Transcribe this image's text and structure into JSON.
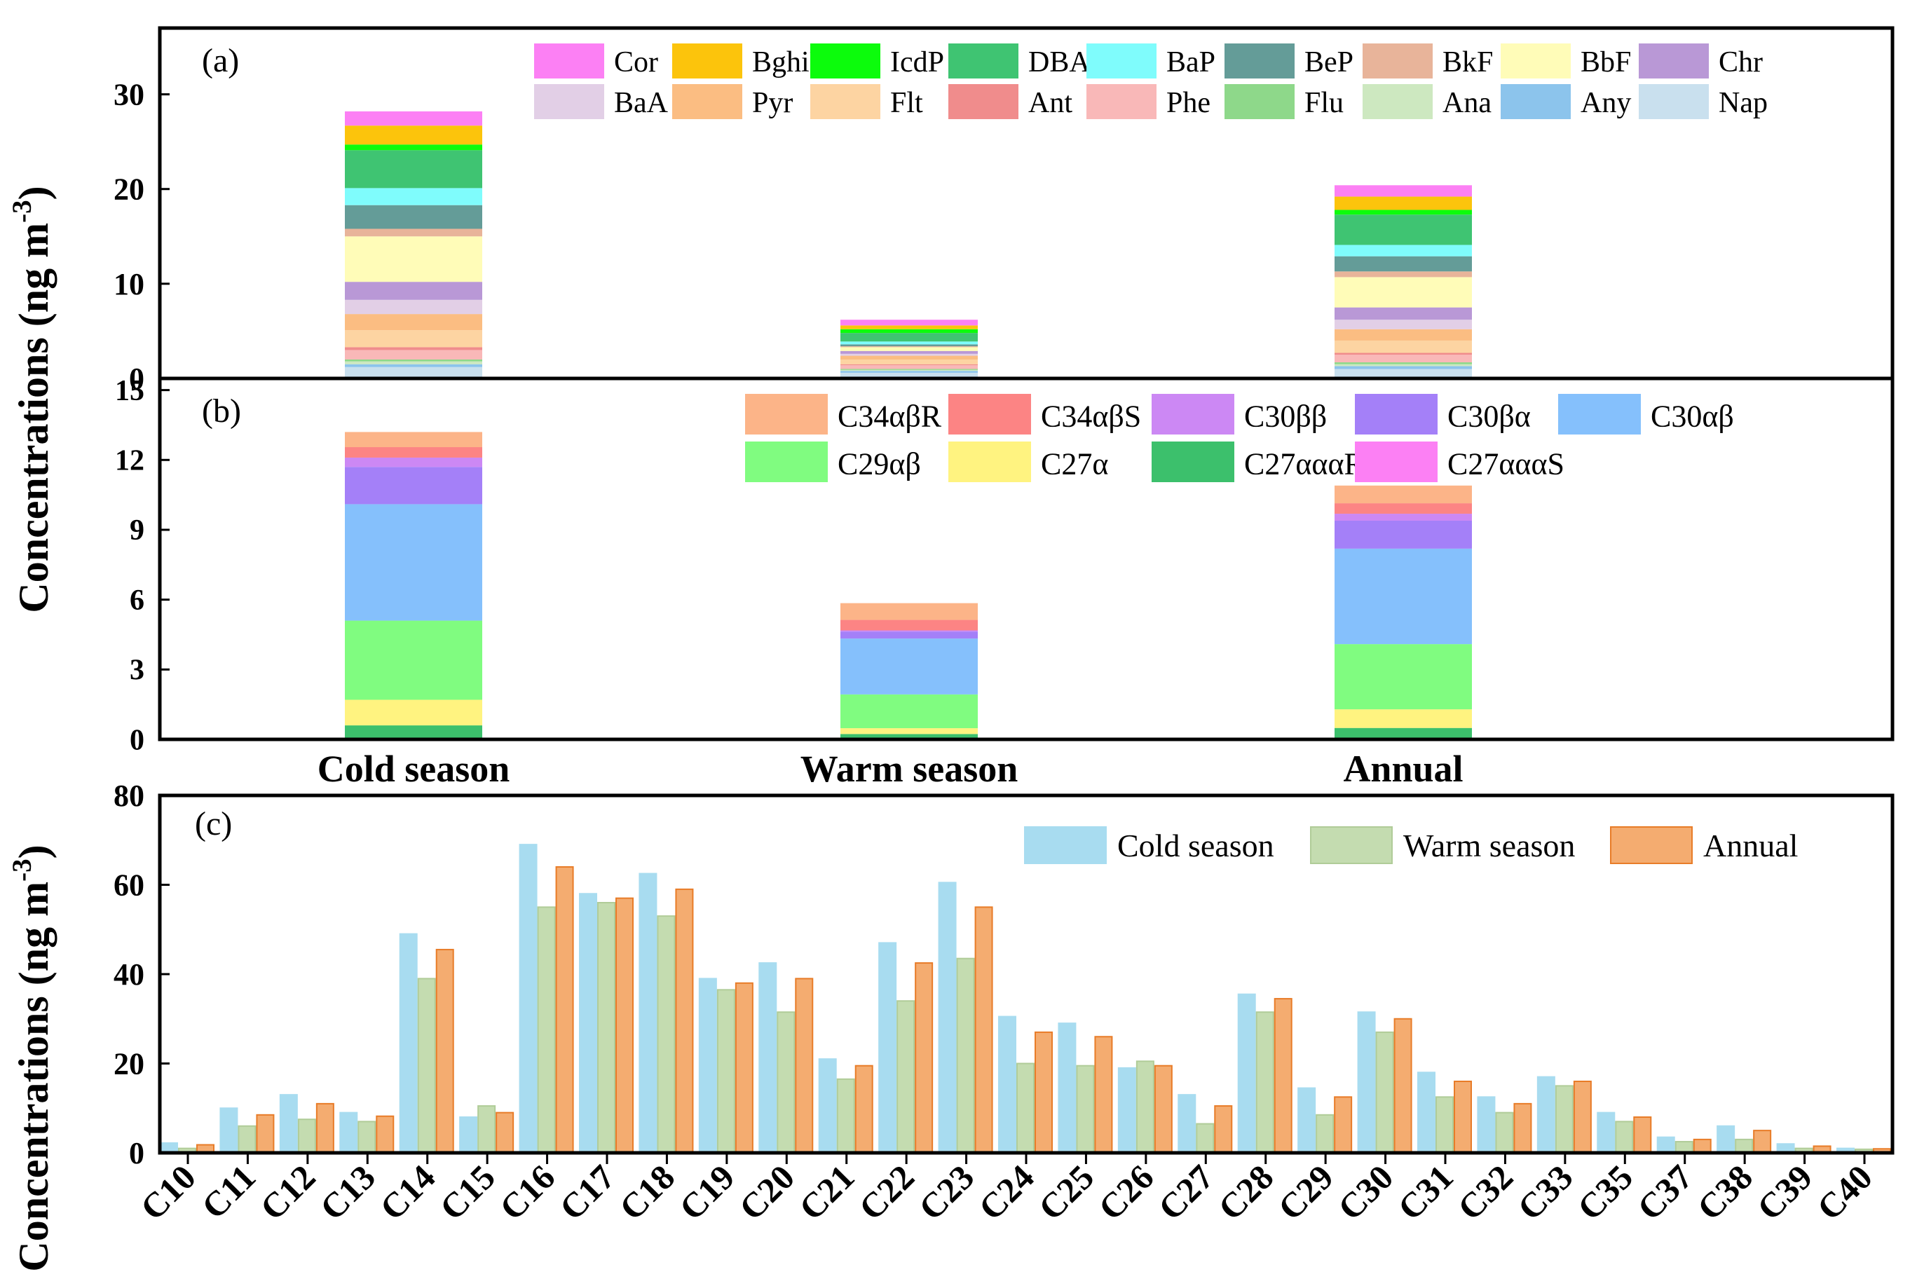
{
  "chart_data": [
    {
      "panel_label": "(a)",
      "type": "bar",
      "stacked": true,
      "categories": [
        "Cold season",
        "Warm season",
        "Annual"
      ],
      "ylim": [
        0,
        37
      ],
      "yticks": [
        0,
        10,
        20,
        30
      ],
      "legend_position": "top-right",
      "series": [
        {
          "name": "Nap",
          "color": "#c9e0ee",
          "values": [
            1.2,
            0.6,
            1.0
          ]
        },
        {
          "name": "Any",
          "color": "#8cc4ec",
          "values": [
            0.3,
            0.2,
            0.3
          ]
        },
        {
          "name": "Ana",
          "color": "#cde8c0",
          "values": [
            0.3,
            0.1,
            0.2
          ]
        },
        {
          "name": "Flu",
          "color": "#8ed88a",
          "values": [
            0.2,
            0.1,
            0.2
          ]
        },
        {
          "name": "Phe",
          "color": "#f9b8b8",
          "values": [
            1.0,
            0.4,
            0.8
          ]
        },
        {
          "name": "Ant",
          "color": "#f08c8c",
          "values": [
            0.3,
            0.1,
            0.2
          ]
        },
        {
          "name": "Flt",
          "color": "#fdd4a2",
          "values": [
            1.8,
            0.5,
            1.3
          ]
        },
        {
          "name": "Pyr",
          "color": "#fbbd82",
          "values": [
            1.7,
            0.4,
            1.2
          ]
        },
        {
          "name": "BaA",
          "color": "#e2cfe6",
          "values": [
            1.5,
            0.2,
            1.0
          ]
        },
        {
          "name": "Chr",
          "color": "#b998d6",
          "values": [
            1.9,
            0.3,
            1.3
          ]
        },
        {
          "name": "BbF",
          "color": "#fffcb8",
          "values": [
            4.8,
            0.4,
            3.2
          ]
        },
        {
          "name": "BkF",
          "color": "#e8b49a",
          "values": [
            0.8,
            0.1,
            0.6
          ]
        },
        {
          "name": "BeP",
          "color": "#649c98",
          "values": [
            2.5,
            0.2,
            1.6
          ]
        },
        {
          "name": "BaP",
          "color": "#7ffcfc",
          "values": [
            1.8,
            0.3,
            1.2
          ]
        },
        {
          "name": "DBA",
          "color": "#3fc472",
          "values": [
            4.0,
            0.9,
            3.2
          ]
        },
        {
          "name": "IcdP",
          "color": "#0cfc0c",
          "values": [
            0.6,
            0.4,
            0.5
          ]
        },
        {
          "name": "BghiP",
          "color": "#fcc40c",
          "values": [
            2.0,
            0.4,
            1.4
          ]
        },
        {
          "name": "Cor",
          "color": "#fc80f4",
          "values": [
            1.5,
            0.6,
            1.2
          ]
        }
      ],
      "legend_order": [
        "Cor",
        "BghiP",
        "IcdP",
        "DBA",
        "BaP",
        "BeP",
        "BkF",
        "BbF",
        "Chr",
        "BaA",
        "Pyr",
        "Flt",
        "Ant",
        "Phe",
        "Flu",
        "Ana",
        "Any",
        "Nap"
      ]
    },
    {
      "panel_label": "(b)",
      "type": "bar",
      "stacked": true,
      "categories": [
        "Cold season",
        "Warm season",
        "Annual"
      ],
      "ylim": [
        0,
        15.5
      ],
      "yticks": [
        0,
        3,
        6,
        9,
        12,
        15
      ],
      "legend_position": "top-right",
      "series": [
        {
          "name": "C27αααS",
          "color": "#fc80f4",
          "values": [
            0.05,
            0.03,
            0.04
          ]
        },
        {
          "name": "C27αααR",
          "color": "#3cc06c",
          "values": [
            0.55,
            0.2,
            0.45
          ]
        },
        {
          "name": "C27α",
          "color": "#fff380",
          "values": [
            1.1,
            0.25,
            0.8
          ]
        },
        {
          "name": "C29αβ",
          "color": "#80fc80",
          "values": [
            3.4,
            1.45,
            2.8
          ]
        },
        {
          "name": "C30αβ",
          "color": "#85c0fc",
          "values": [
            5.0,
            2.4,
            4.1
          ]
        },
        {
          "name": "C30βα",
          "color": "#a480f8",
          "values": [
            1.6,
            0.3,
            1.2
          ]
        },
        {
          "name": "C30ββ",
          "color": "#cc88f4",
          "values": [
            0.4,
            0.05,
            0.3
          ]
        },
        {
          "name": "C34αβS",
          "color": "#fc8484",
          "values": [
            0.45,
            0.45,
            0.45
          ]
        },
        {
          "name": "C34αβR",
          "color": "#fcb488",
          "values": [
            0.65,
            0.72,
            0.76
          ]
        }
      ],
      "legend_order": [
        "C34αβR",
        "C34αβS",
        "C30ββ",
        "C30βα",
        "C30αβ",
        "C29αβ",
        "C27α",
        "C27αααR",
        "C27αααS"
      ]
    },
    {
      "panel_label": "(c)",
      "type": "bar",
      "stacked": false,
      "categories": [
        "C10",
        "C11",
        "C12",
        "C13",
        "C14",
        "C15",
        "C16",
        "C17",
        "C18",
        "C19",
        "C20",
        "C21",
        "C22",
        "C23",
        "C24",
        "C25",
        "C26",
        "C27",
        "C28",
        "C29",
        "C30",
        "C31",
        "C32",
        "C33",
        "C35",
        "C37",
        "C38",
        "C39",
        "C40"
      ],
      "ylim": [
        0,
        80
      ],
      "yticks": [
        0,
        20,
        40,
        60,
        80
      ],
      "ylabel": "Concentrations (ng m-3)",
      "legend_position": "top-right",
      "series": [
        {
          "name": "Cold season",
          "fill": "#a8dcf0",
          "stroke": "#a8dcf0",
          "values": [
            2.2,
            10,
            13,
            9,
            49,
            8,
            69,
            58,
            62.5,
            39,
            42.5,
            21,
            47,
            60.5,
            30.5,
            29,
            19,
            13,
            35.5,
            14.5,
            31.5,
            18,
            12.5,
            17,
            9,
            3.5,
            6,
            2,
            1
          ]
        },
        {
          "name": "Warm season",
          "fill": "#c4dcb0",
          "stroke": "#b0cc98",
          "values": [
            1,
            6,
            7.5,
            7,
            39,
            10.5,
            55,
            56,
            53,
            36.5,
            31.5,
            16.5,
            34,
            43.5,
            20,
            19.5,
            20.5,
            6.5,
            31.5,
            8.5,
            27,
            12.5,
            9,
            15,
            7,
            2.5,
            3,
            1,
            0.8
          ]
        },
        {
          "name": "Annual",
          "fill": "#f4ac70",
          "stroke": "#e87c28",
          "values": [
            1.8,
            8.5,
            11,
            8.2,
            45.5,
            9,
            64,
            57,
            59,
            38,
            39,
            19.5,
            42.5,
            55,
            27,
            26,
            19.5,
            10.5,
            34.5,
            12.5,
            30,
            16,
            11,
            16,
            8,
            3,
            5,
            1.5,
            0.9
          ]
        }
      ]
    }
  ],
  "shared": {
    "ylabel_top": "Concentrations (ng m-3)"
  }
}
